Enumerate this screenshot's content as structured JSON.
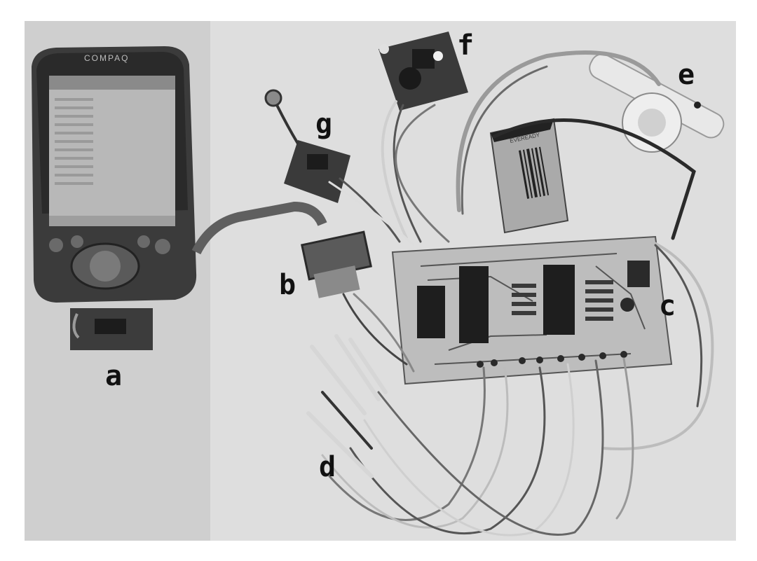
{
  "figure": {
    "labels": {
      "a": "a",
      "b": "b",
      "c": "c",
      "d": "d",
      "e": "e",
      "f": "f",
      "g": "g"
    },
    "device_brand": "COMPAQ",
    "battery_brand": "EVEREADY"
  },
  "colors": {
    "background": "#ffffff",
    "paper": "#d9d9d9",
    "board": "#4a4a4a",
    "chip": "#1e1e1e",
    "wire_light": "#cfcfcf",
    "wire_dark": "#3a3a3a"
  }
}
